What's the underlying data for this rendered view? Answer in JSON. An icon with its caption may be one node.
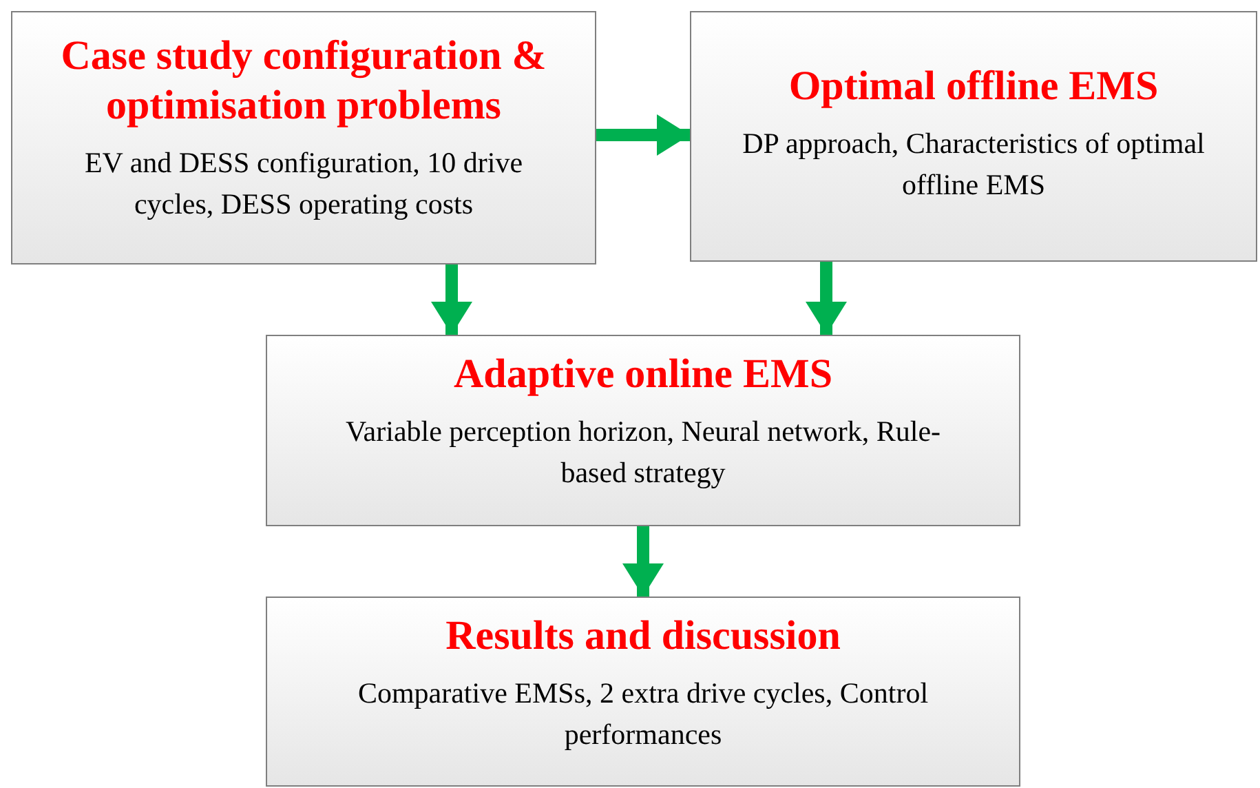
{
  "diagram": {
    "nodes": [
      {
        "text": [
          "Case study configuration & optimisation problems",
          "EV and DESS configuration, 10 drive cycles, DESS operating costs"
        ]
      },
      {
        "text": [
          "Optimal offline EMS",
          "DP approach, Characteristics of optimal offline EMS"
        ]
      },
      {
        "text": [
          "Adaptive online EMS",
          "Variable perception horizon, Neural network, Rule-based strategy"
        ]
      },
      {
        "text": [
          "Results and discussion",
          "Comparative EMSs, 2 extra drive cycles, Control performances"
        ]
      }
    ],
    "edges": [
      {
        "from": 0,
        "to": 1,
        "arrow": "to"
      },
      {
        "from": 0,
        "to": 2,
        "arrow": "to"
      },
      {
        "from": 1,
        "to": 2,
        "arrow": "to"
      },
      {
        "from": 2,
        "to": 3,
        "arrow": "to"
      }
    ]
  }
}
